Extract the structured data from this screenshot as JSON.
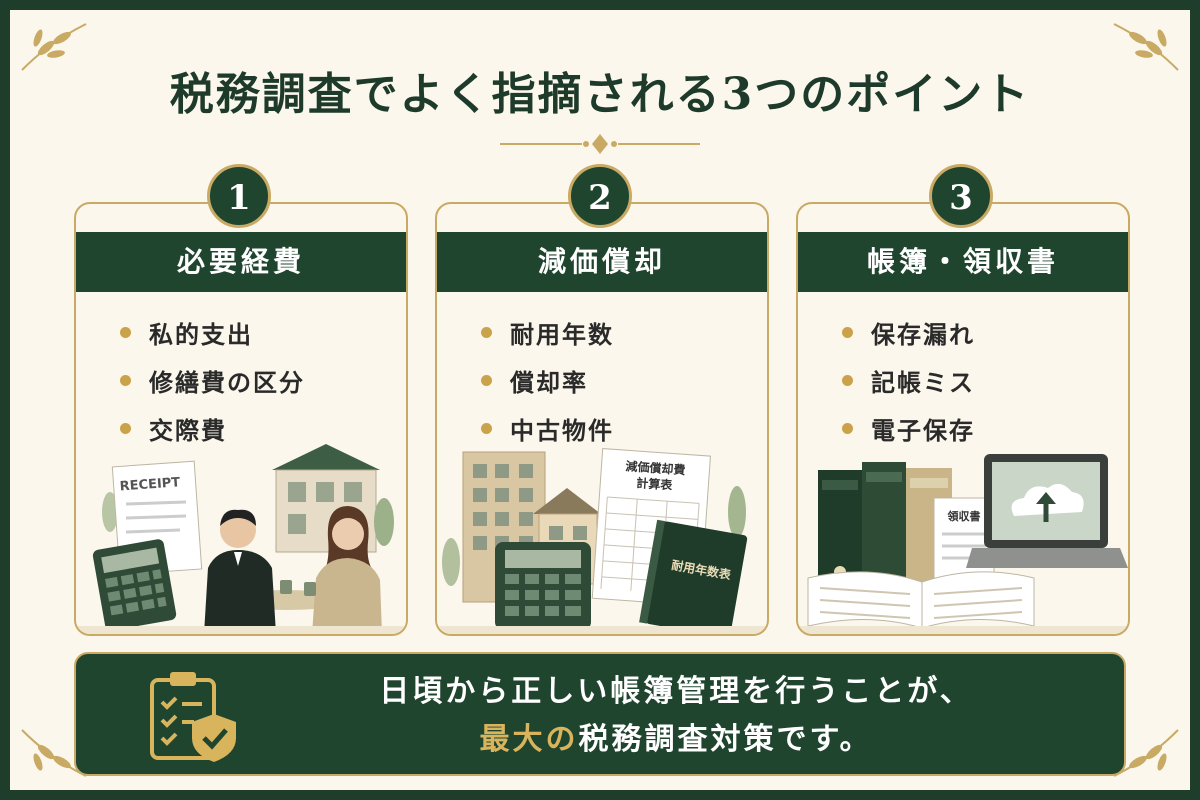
{
  "title": "税務調査でよく指摘される3つのポイント",
  "colors": {
    "dark_green": "#20452f",
    "gold": "#c9aa64",
    "background": "#fbf7ec"
  },
  "cards": [
    {
      "number": "1",
      "heading": "必要経費",
      "items": [
        "私的支出",
        "修繕費の区分",
        "交際費"
      ],
      "illustration": {
        "receipt_label": "RECEIPT"
      }
    },
    {
      "number": "2",
      "heading": "減価償却",
      "items": [
        "耐用年数",
        "償却率",
        "中古物件"
      ],
      "illustration": {
        "sheet_line1": "減価償却費",
        "sheet_line2": "計算表",
        "book_label": "耐用年数表"
      }
    },
    {
      "number": "3",
      "heading": "帳簿・領収書",
      "items": [
        "保存漏れ",
        "記帳ミス",
        "電子保存"
      ],
      "illustration": {
        "receipt_label": "領収書"
      }
    }
  ],
  "footer": {
    "line1": "日頃から正しい帳簿管理を行うことが、",
    "line2_highlight": "最大の",
    "line2_rest": "税務調査対策です。",
    "icon": "clipboard-shield-check-icon"
  }
}
